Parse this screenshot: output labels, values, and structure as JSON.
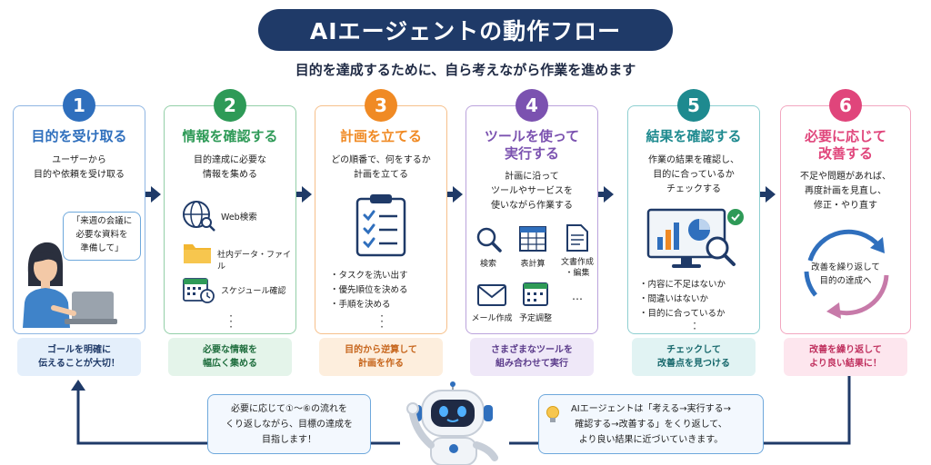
{
  "title": "AIエージェントの動作フロー",
  "subtitle": "目的を達成するために、自ら考えながら作業を進めます",
  "steps": [
    {
      "number": "1",
      "title_lines": [
        "目的を受け取る"
      ],
      "desc_lines": [
        "ユーザーから",
        "目的や依頼を受け取る"
      ],
      "quote_lines": [
        "「来週の会議に",
        "必要な資料を",
        "準備して」"
      ],
      "bottom_lines": [
        "ゴールを明確に",
        "伝えることが大切！"
      ]
    },
    {
      "number": "2",
      "title_lines": [
        "情報を確認する"
      ],
      "desc_lines": [
        "目的達成に必要な",
        "情報を集める"
      ],
      "items": [
        "Web検索",
        "社内データ・ファイル",
        "スケジュール確認"
      ],
      "bottom_lines": [
        "必要な情報を",
        "幅広く集める"
      ]
    },
    {
      "number": "3",
      "title_lines": [
        "計画を立てる"
      ],
      "desc_lines": [
        "どの順番で、何をするか",
        "計画を立てる"
      ],
      "items": [
        "・タスクを洗い出す",
        "・優先順位を決める",
        "・手順を決める"
      ],
      "bottom_lines": [
        "目的から逆算して",
        "計画を作る"
      ]
    },
    {
      "number": "4",
      "title_lines": [
        "ツールを使って",
        "実行する"
      ],
      "desc_lines": [
        "計画に沿って",
        "ツールやサービスを",
        "使いながら作業する"
      ],
      "tools": [
        "検索",
        "表計算",
        "文書作成",
        "・編集",
        "メール作成",
        "予定調整",
        "…"
      ],
      "bottom_lines": [
        "さまざまなツールを",
        "組み合わせて実行"
      ]
    },
    {
      "number": "5",
      "title_lines": [
        "結果を確認する"
      ],
      "desc_lines": [
        "作業の結果を確認し、",
        "目的に合っているか",
        "チェックする"
      ],
      "items": [
        "・内容に不足はないか",
        "・間違いはないか",
        "・目的に合っているか"
      ],
      "bottom_lines": [
        "チェックして",
        "改善点を見つける"
      ]
    },
    {
      "number": "6",
      "title_lines": [
        "必要に応じて",
        "改善する"
      ],
      "desc_lines": [
        "不足や問題があれば、",
        "再度計画を見直し、",
        "修正・やり直す"
      ],
      "cycle_lines": [
        "改善を繰り返して",
        "目的の達成へ"
      ],
      "bottom_lines": [
        "改善を繰り返して",
        "より良い結果に！"
      ]
    }
  ],
  "loop_note_lines": [
    "必要に応じて①〜⑥の流れを",
    "くり返しながら、目標の達成を",
    "目指します！"
  ],
  "summary_lines": [
    "AIエージェントは「考える→実行する→",
    "確認する→改善する」をくり返して、",
    "より良い結果に近づいていきます。"
  ],
  "colors": {
    "navy": "#1f3a68",
    "step1": "#2f6fbd",
    "step2": "#2e9a57",
    "step3": "#f08a24",
    "step4": "#7b52b0",
    "step5": "#1e8a8f",
    "step6": "#e0457b"
  },
  "icons": [
    "woman-laptop-icon",
    "globe-search-icon",
    "folder-icon",
    "calendar-icon",
    "clipboard-checklist-icon",
    "magnifier-icon",
    "spreadsheet-icon",
    "document-icon",
    "mail-icon",
    "monitor-chart-icon",
    "cycle-arrows-icon",
    "robot-icon",
    "lightbulb-icon"
  ]
}
